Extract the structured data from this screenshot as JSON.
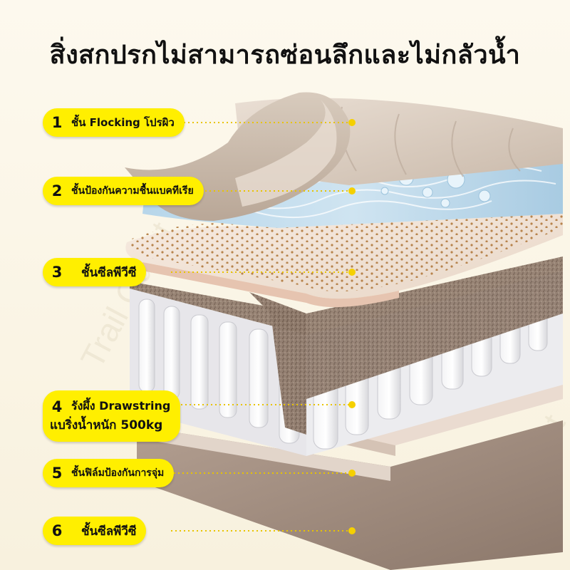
{
  "title": "สิ่งสกปรกไม่สามารถซ่อนลึกและไม่กลัวน้ำ",
  "watermark": "Trail Quest",
  "accent_color": "#ffef00",
  "layers": [
    {
      "number": "1",
      "text": "ชั้น Flocking โปรผิว"
    },
    {
      "number": "2",
      "text": "ชั้นป้องกันความชื้นแบคทีเรีย"
    },
    {
      "number": "3",
      "text": "ชั้นซีลพีวีซี"
    },
    {
      "number": "4",
      "text": "รังผึ้ง Drawstring",
      "text2": "แบริ่งน้ำหนัก 500kg"
    },
    {
      "number": "5",
      "text": "ชั้นฟิล์มป้องกันการจุ่ม"
    },
    {
      "number": "6",
      "text": "ชั้นซีลพีวีซี"
    }
  ]
}
